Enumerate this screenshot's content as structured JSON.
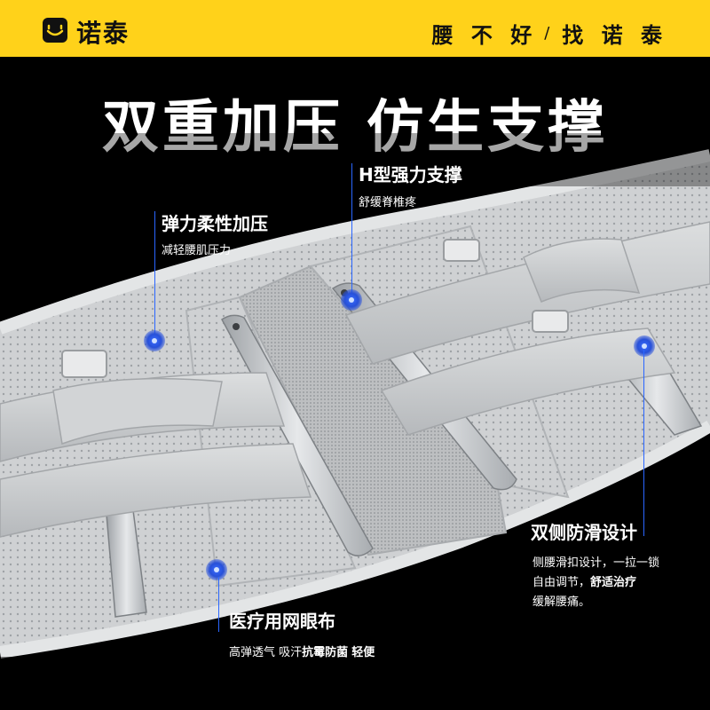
{
  "banner": {
    "brand": "诺泰",
    "slogan_left": "腰 不 好",
    "slogan_sep": "/",
    "slogan_right": "找 诺 泰",
    "logo_icon": "smile-face-logo-icon",
    "background": "#ffd21a"
  },
  "headline": "双重加压 仿生支撑",
  "callouts": {
    "elastic": {
      "title": "弹力柔性加压",
      "sub": "减轻腰肌压力"
    },
    "hsupport": {
      "title": "H型强力支撑",
      "sub": "舒缓脊椎疼"
    },
    "antislip": {
      "title": "双侧防滑设计",
      "line1": "侧腰滑扣设计，一拉一锁",
      "line2_a": "自由调节，",
      "line2_b": "舒适治疗",
      "line3": "缓解腰痛。"
    },
    "mesh": {
      "title": "医疗用网眼布",
      "sub_a": "高弹透气 吸汗",
      "sub_b": "抗霉防菌",
      "sub_c": "轻便"
    }
  },
  "colors": {
    "accent": "#2a66ff",
    "belt": "#c9cbcd"
  }
}
